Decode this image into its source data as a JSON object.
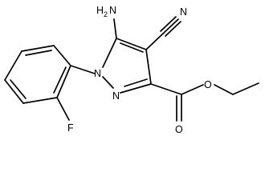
{
  "molecule": {
    "atom_labels": {
      "amino": "H",
      "amino_count": "2",
      "amino_n": "N",
      "cyano_n": "N",
      "ring_n1": "N",
      "ring_n2": "N",
      "fluorine": "F",
      "carbonyl_o": "O",
      "ester_o": "O"
    },
    "colors": {
      "bond": "#000000",
      "label": "#000000",
      "background": "#ffffff"
    }
  }
}
